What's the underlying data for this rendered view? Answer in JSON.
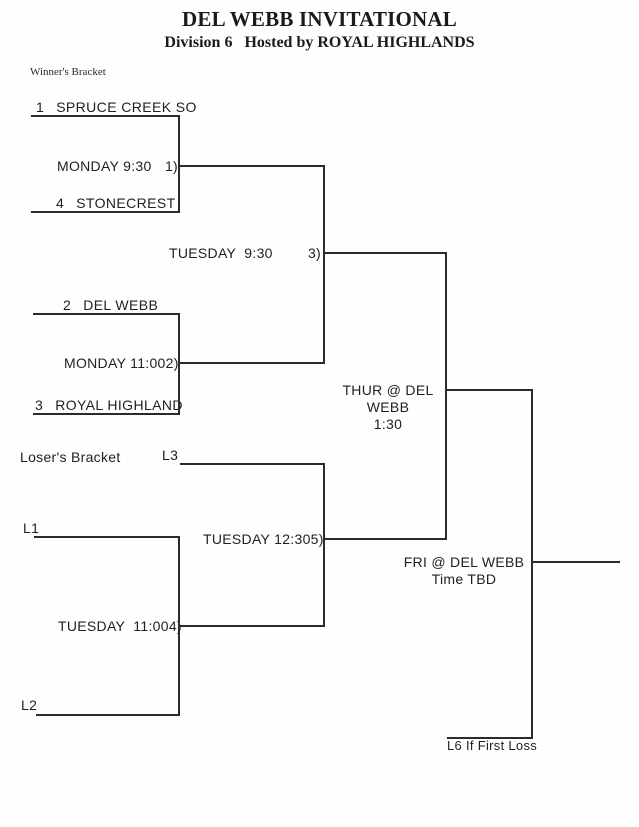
{
  "header": {
    "title": "DEL WEBB INVITATIONAL",
    "subtitle": "Division 6   Hosted by ROYAL HIGHLANDS"
  },
  "sections": {
    "winners_label": "Winner's Bracket",
    "losers_label": "Loser's Bracket"
  },
  "teams": {
    "seed1": {
      "seed": "1",
      "name": "SPRUCE CREEK SO"
    },
    "seed4": {
      "seed": "4",
      "name": "STONECREST"
    },
    "seed2": {
      "seed": "2",
      "name": "DEL WEBB"
    },
    "seed3": {
      "seed": "3",
      "name": "ROYAL HIGHLAND"
    }
  },
  "games": {
    "game1": {
      "label": "MONDAY 9:30",
      "number": "1)"
    },
    "game2": {
      "label": "MONDAY 11:00",
      "number": "2)"
    },
    "game3": {
      "label": "TUESDAY  9:30",
      "number": "3)"
    },
    "game4": {
      "label": "TUESDAY  11:00",
      "number": "4)"
    },
    "game5": {
      "label": "TUESDAY 12:30",
      "number": "5)"
    },
    "championship": {
      "venue": "THUR @ DEL WEBB",
      "time": "1:30"
    },
    "if_necessary": {
      "venue": "FRI @ DEL WEBB",
      "time": "Time TBD"
    }
  },
  "loser_slots": {
    "l1": "L1",
    "l2": "L2",
    "l3": "L3",
    "l6": "L6 If First Loss"
  },
  "colors": {
    "ink": "#1f1f1f",
    "line": "#2b2b2b",
    "background": "#fefefe"
  }
}
